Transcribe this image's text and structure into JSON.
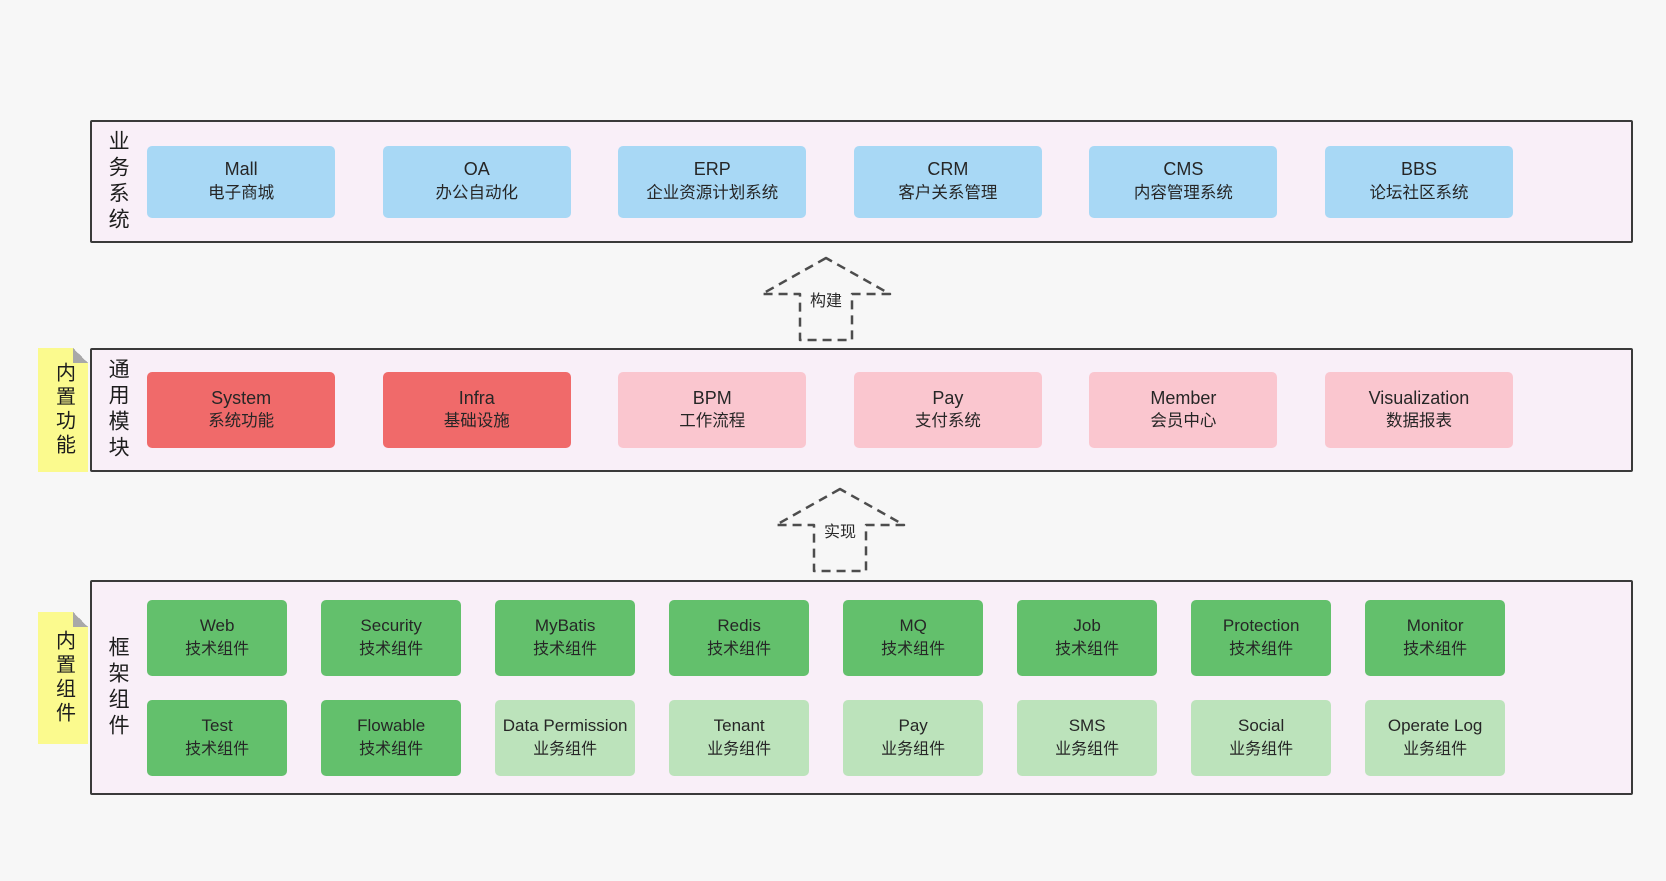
{
  "business": {
    "label": "业务系统",
    "items": [
      {
        "title": "Mall",
        "subtitle": "电子商城"
      },
      {
        "title": "OA",
        "subtitle": "办公自动化"
      },
      {
        "title": "ERP",
        "subtitle": "企业资源计划系统"
      },
      {
        "title": "CRM",
        "subtitle": "客户关系管理"
      },
      {
        "title": "CMS",
        "subtitle": "内容管理系统"
      },
      {
        "title": "BBS",
        "subtitle": "论坛社区系统"
      }
    ]
  },
  "arrows": [
    {
      "label": "构建"
    },
    {
      "label": "实现"
    }
  ],
  "modules": {
    "label": "通用模块",
    "sticky": "内置功能",
    "items": [
      {
        "title": "System",
        "subtitle": "系统功能"
      },
      {
        "title": "Infra",
        "subtitle": "基础设施"
      },
      {
        "title": "BPM",
        "subtitle": "工作流程"
      },
      {
        "title": "Pay",
        "subtitle": "支付系统"
      },
      {
        "title": "Member",
        "subtitle": "会员中心"
      },
      {
        "title": "Visualization",
        "subtitle": "数据报表"
      }
    ]
  },
  "components": {
    "label": "框架组件",
    "sticky": "内置组件",
    "row1": [
      {
        "title": "Web",
        "subtitle": "技术组件"
      },
      {
        "title": "Security",
        "subtitle": "技术组件"
      },
      {
        "title": "MyBatis",
        "subtitle": "技术组件"
      },
      {
        "title": "Redis",
        "subtitle": "技术组件"
      },
      {
        "title": "MQ",
        "subtitle": "技术组件"
      },
      {
        "title": "Job",
        "subtitle": "技术组件"
      },
      {
        "title": "Protection",
        "subtitle": "技术组件"
      },
      {
        "title": "Monitor",
        "subtitle": "技术组件"
      }
    ],
    "row2": [
      {
        "title": "Test",
        "subtitle": "技术组件"
      },
      {
        "title": "Flowable",
        "subtitle": "技术组件"
      },
      {
        "title": "Data Permission",
        "subtitle": "业务组件"
      },
      {
        "title": "Tenant",
        "subtitle": "业务组件"
      },
      {
        "title": "Pay",
        "subtitle": "业务组件"
      },
      {
        "title": "SMS",
        "subtitle": "业务组件"
      },
      {
        "title": "Social",
        "subtitle": "业务组件"
      },
      {
        "title": "Operate Log",
        "subtitle": "业务组件"
      }
    ]
  },
  "colors": {
    "page_bg": "#f7f7f7",
    "section_bg": "#f9eff8",
    "border_dark": "#3a3a3a",
    "text_dark": "#262626",
    "blue": "#a8d8f5",
    "red": "#f06a6a",
    "pink": "#fac6cf",
    "green": "#63c06c",
    "light_green": "#bce3bb",
    "sticky_yellow": "#fbfa8e"
  }
}
